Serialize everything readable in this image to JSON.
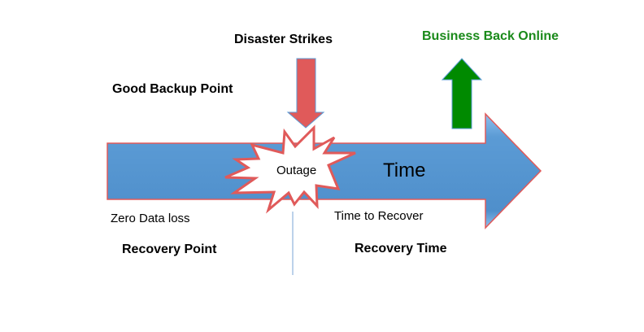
{
  "labels": {
    "disaster": "Disaster Strikes",
    "online": "Business Back Online",
    "backup": "Good Backup Point",
    "outage": "Outage",
    "time": "Time",
    "zero_loss": "Zero Data loss",
    "time_to_recover": "Time to Recover",
    "recovery_point": "Recovery Point",
    "recovery_time": "Recovery Time"
  },
  "colors": {
    "timeline": "#5b9bd5",
    "outline": "#e05a5a",
    "disaster_arrow": "#e05a5a",
    "online_arrow": "#008a00",
    "online_text": "#1a8a1a"
  }
}
